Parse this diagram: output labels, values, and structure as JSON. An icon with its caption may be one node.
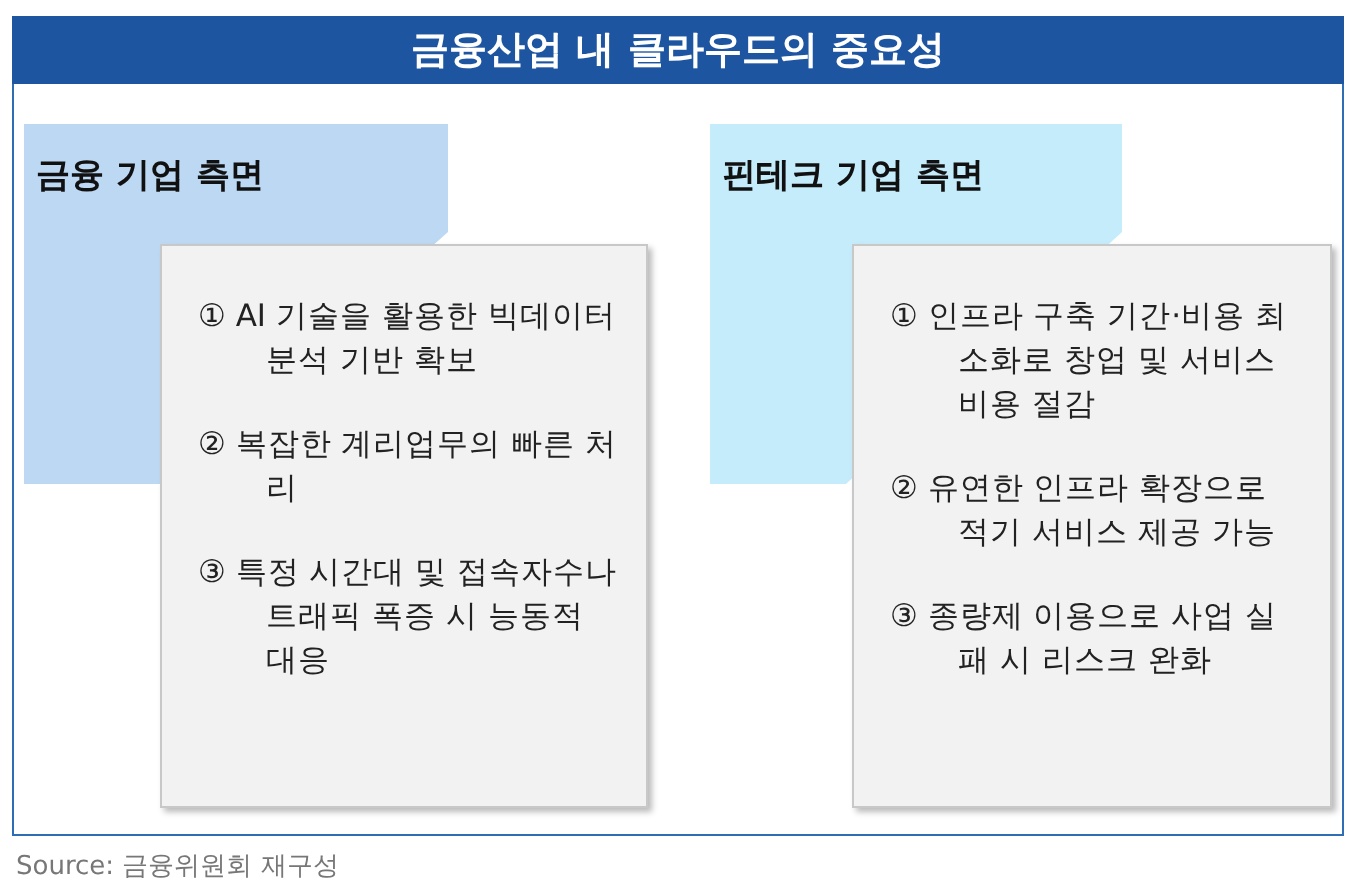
{
  "diagram": {
    "title": "금융산업 내 클라우드의 중요성",
    "nodes": [
      {
        "text": [
          "금융 기업 측면"
        ]
      },
      {
        "text": [
          "① AI 기술을 활용한 빅데이터 분석 기반 확보",
          "② 복잡한 계리업무의 빠른 처리",
          "③ 특정 시간대 및 접속자수나 트래픽 폭증 시 능동적 대응"
        ]
      },
      {
        "text": [
          "핀테크 기업 측면"
        ]
      },
      {
        "text": [
          "① 인프라 구축 기간·비용 최소화로 창업 및 서비스 비용 절감",
          "② 유연한 인프라 확장으로 적기 서비스 제공 가능",
          "③ 종량제 이용으로 사업 실패 시 리스크 완화"
        ]
      }
    ],
    "edges": [],
    "caption": "Source: 금융위원회 재구성"
  }
}
